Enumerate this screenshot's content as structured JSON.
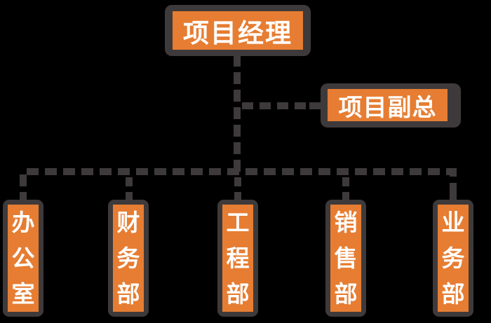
{
  "diagram": {
    "type": "org-chart",
    "root": {
      "label": "项目经理"
    },
    "assistant": {
      "label": "项目副总"
    },
    "departments": [
      {
        "label": "办公室"
      },
      {
        "label": "财务部"
      },
      {
        "label": "工程部"
      },
      {
        "label": "销售部"
      },
      {
        "label": "业务部"
      }
    ]
  },
  "colors": {
    "background": "#000000",
    "node_fill": "#E67D32",
    "node_border": "#3E3A3B",
    "connector": "#3E3A3B",
    "text": "#FFFFFF"
  }
}
